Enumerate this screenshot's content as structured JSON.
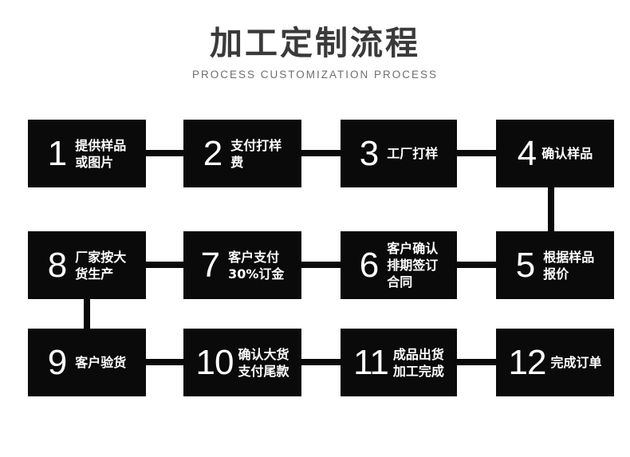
{
  "header": {
    "title": "加工定制流程",
    "subtitle": "PROCESS CUSTOMIZATION PROCESS"
  },
  "colors": {
    "box_fill": "#0a0a0a",
    "box_text": "#ffffff",
    "title_text": "#3a3a3a",
    "subtitle_text": "#6f6f6f",
    "page_background": "#ffffff",
    "connector": "#0a0a0a"
  },
  "flow": {
    "steps": [
      {
        "number": "1",
        "label": "提供样品\n或图片"
      },
      {
        "number": "2",
        "label": "支付打样\n费"
      },
      {
        "number": "3",
        "label": "工厂打样"
      },
      {
        "number": "4",
        "label": "确认样品"
      },
      {
        "number": "5",
        "label": "根据样品\n报价"
      },
      {
        "number": "6",
        "label": "客户确认\n排期签订\n合同"
      },
      {
        "number": "7",
        "label": "客户支付\n30%订金"
      },
      {
        "number": "8",
        "label": "厂家按大\n货生产"
      },
      {
        "number": "9",
        "label": "客户验货"
      },
      {
        "number": "10",
        "label": "确认大货\n支付尾款"
      },
      {
        "number": "11",
        "label": "成品出货\n加工完成"
      },
      {
        "number": "12",
        "label": "完成订单"
      }
    ]
  }
}
